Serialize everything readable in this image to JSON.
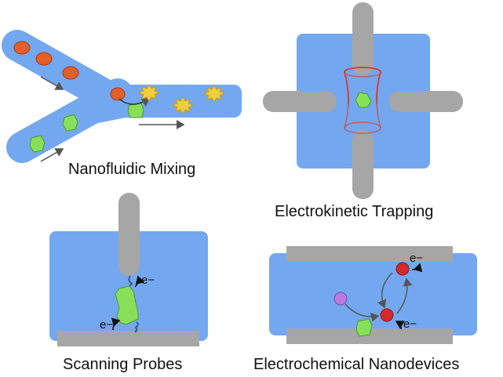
{
  "figure": {
    "colors": {
      "fluid": "#73a8f0",
      "electrode": "#a6a6a6",
      "orange_particle": "#e3602a",
      "orange_stroke": "#a33a14",
      "green_particle": "#88e05a",
      "green_stroke": "#4a9a2a",
      "star_fill": "#f2cf3a",
      "star_stroke": "#c99a20",
      "trap_red": "#d9382a",
      "red_species": "#d42a2a",
      "purple_species": "#b67ce0",
      "arrow": "#555555",
      "text": "#111111"
    },
    "panels": [
      {
        "id": "nanofluidic-mixing",
        "title": "Nanofluidic Mixing"
      },
      {
        "id": "electrokinetic-trapping",
        "title": "Electrokinetic Trapping"
      },
      {
        "id": "scanning-probes",
        "title": "Scanning Probes",
        "annotations": [
          "e−",
          "e−"
        ]
      },
      {
        "id": "electrochemical-nanodevices",
        "title": "Electrochemical Nanodevices",
        "annotations": [
          "e−",
          "e−"
        ]
      }
    ]
  }
}
